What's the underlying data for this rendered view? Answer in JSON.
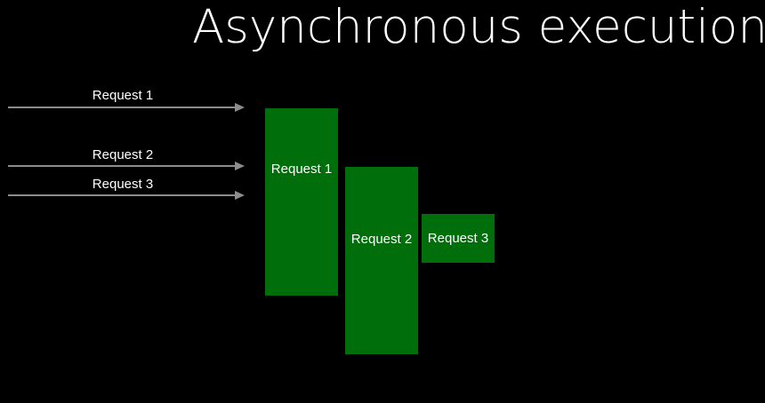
{
  "title": "Asynchronous execution",
  "colors": {
    "background": "#000000",
    "arrow": "#8c8c8c",
    "block": "#006e0a",
    "text": "#ffffff"
  },
  "arrows": [
    {
      "label": "Request 1"
    },
    {
      "label": "Request 2"
    },
    {
      "label": "Request 3"
    }
  ],
  "blocks": [
    {
      "label": "Request 1"
    },
    {
      "label": "Request 2"
    },
    {
      "label": "Request 3"
    }
  ]
}
